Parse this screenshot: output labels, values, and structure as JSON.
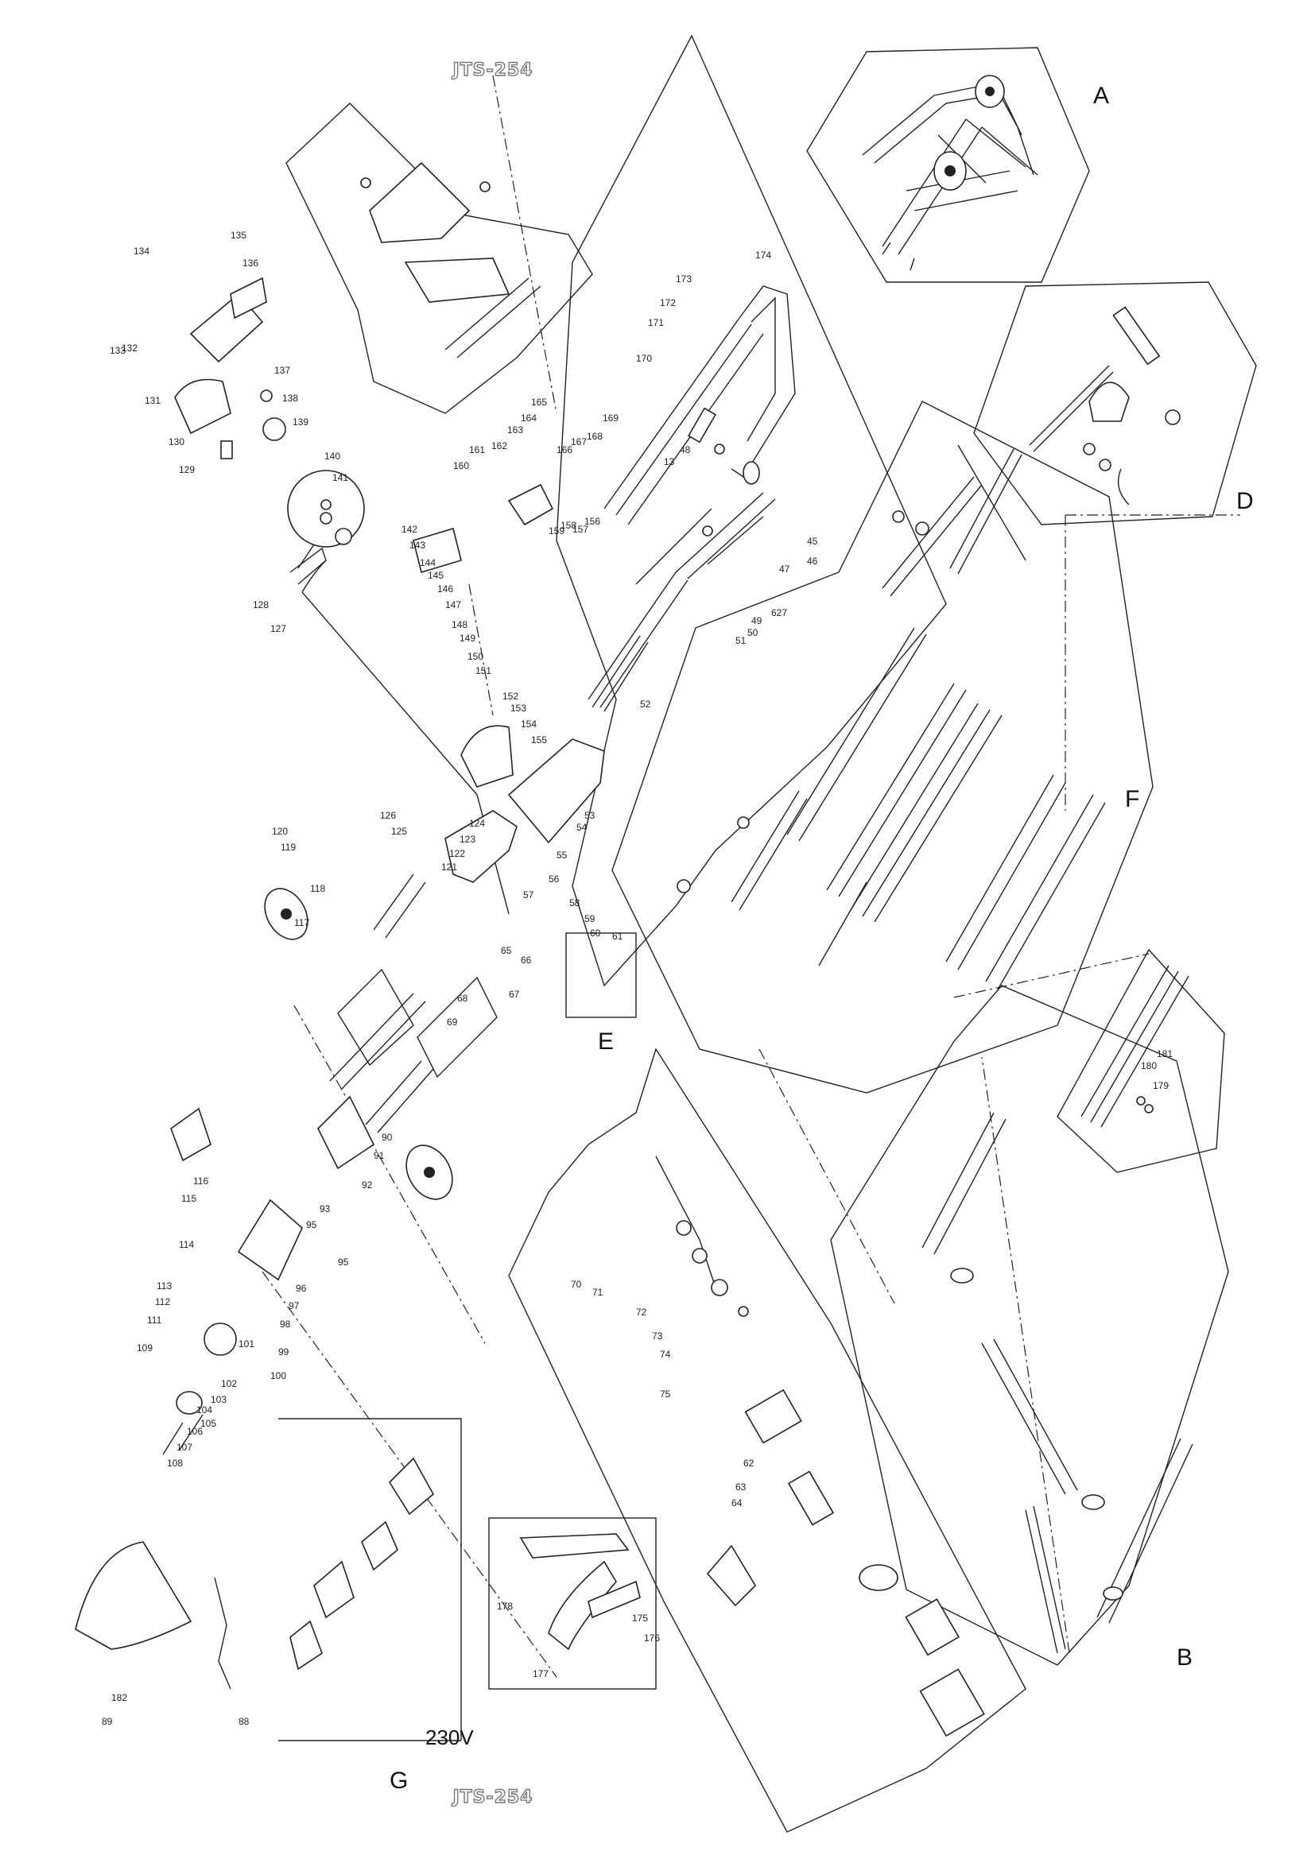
{
  "model_top": "JTS-254",
  "model_bottom": "JTS-254",
  "group_labels": {
    "a": "A",
    "b": "B",
    "d": "D",
    "e": "E",
    "f": "F",
    "g": "G",
    "voltage": "230V"
  },
  "part_numbers": {
    "n13": "13",
    "n45": "45",
    "n46": "46",
    "n47": "47",
    "n48": "48",
    "n49": "49",
    "n50": "50",
    "n51": "51",
    "n52": "52",
    "n53": "53",
    "n54": "54",
    "n55": "55",
    "n56": "56",
    "n57": "57",
    "n58": "58",
    "n59": "59",
    "n60": "60",
    "n61": "61",
    "n62": "62",
    "n63": "63",
    "n64": "64",
    "n65": "65",
    "n66": "66",
    "n67": "67",
    "n68": "68",
    "n69": "69",
    "n70": "70",
    "n71": "71",
    "n72": "72",
    "n73": "73",
    "n74": "74",
    "n75": "75",
    "n88": "88",
    "n89": "89",
    "n90": "90",
    "n91": "91",
    "n92": "92",
    "n93": "93",
    "n95a": "95",
    "n95b": "95",
    "n96": "96",
    "n97": "97",
    "n98": "98",
    "n99": "99",
    "n100": "100",
    "n101": "101",
    "n102": "102",
    "n103": "103",
    "n104": "104",
    "n105": "105",
    "n106": "106",
    "n107": "107",
    "n108": "108",
    "n109": "109",
    "n111": "111",
    "n112": "112",
    "n113": "113",
    "n114": "114",
    "n115": "115",
    "n116": "116",
    "n117": "117",
    "n118": "118",
    "n119": "119",
    "n120": "120",
    "n121": "121",
    "n122": "122",
    "n123": "123",
    "n124": "124",
    "n125": "125",
    "n126": "126",
    "n127": "127",
    "n128": "128",
    "n129": "129",
    "n130": "130",
    "n131": "131",
    "n132": "132",
    "n133": "133",
    "n134": "134",
    "n135": "135",
    "n136": "136",
    "n137": "137",
    "n138": "138",
    "n139": "139",
    "n140": "140",
    "n141": "141",
    "n142": "142",
    "n143": "143",
    "n144": "144",
    "n145": "145",
    "n146": "146",
    "n147": "147",
    "n148": "148",
    "n149": "149",
    "n150": "150",
    "n151": "151",
    "n152": "152",
    "n153": "153",
    "n154": "154",
    "n155": "155",
    "n156": "156",
    "n157": "157",
    "n158": "158",
    "n159": "159",
    "n160": "160",
    "n161": "161",
    "n162": "162",
    "n163": "163",
    "n164": "164",
    "n165": "165",
    "n166": "166",
    "n167": "167",
    "n168": "168",
    "n169": "169",
    "n170": "170",
    "n171": "171",
    "n172": "172",
    "n173": "173",
    "n174": "174",
    "n175": "175",
    "n176": "176",
    "n177": "177",
    "n178": "178",
    "n179": "179",
    "n180": "180",
    "n181": "181",
    "n182": "182",
    "n627": "627"
  }
}
